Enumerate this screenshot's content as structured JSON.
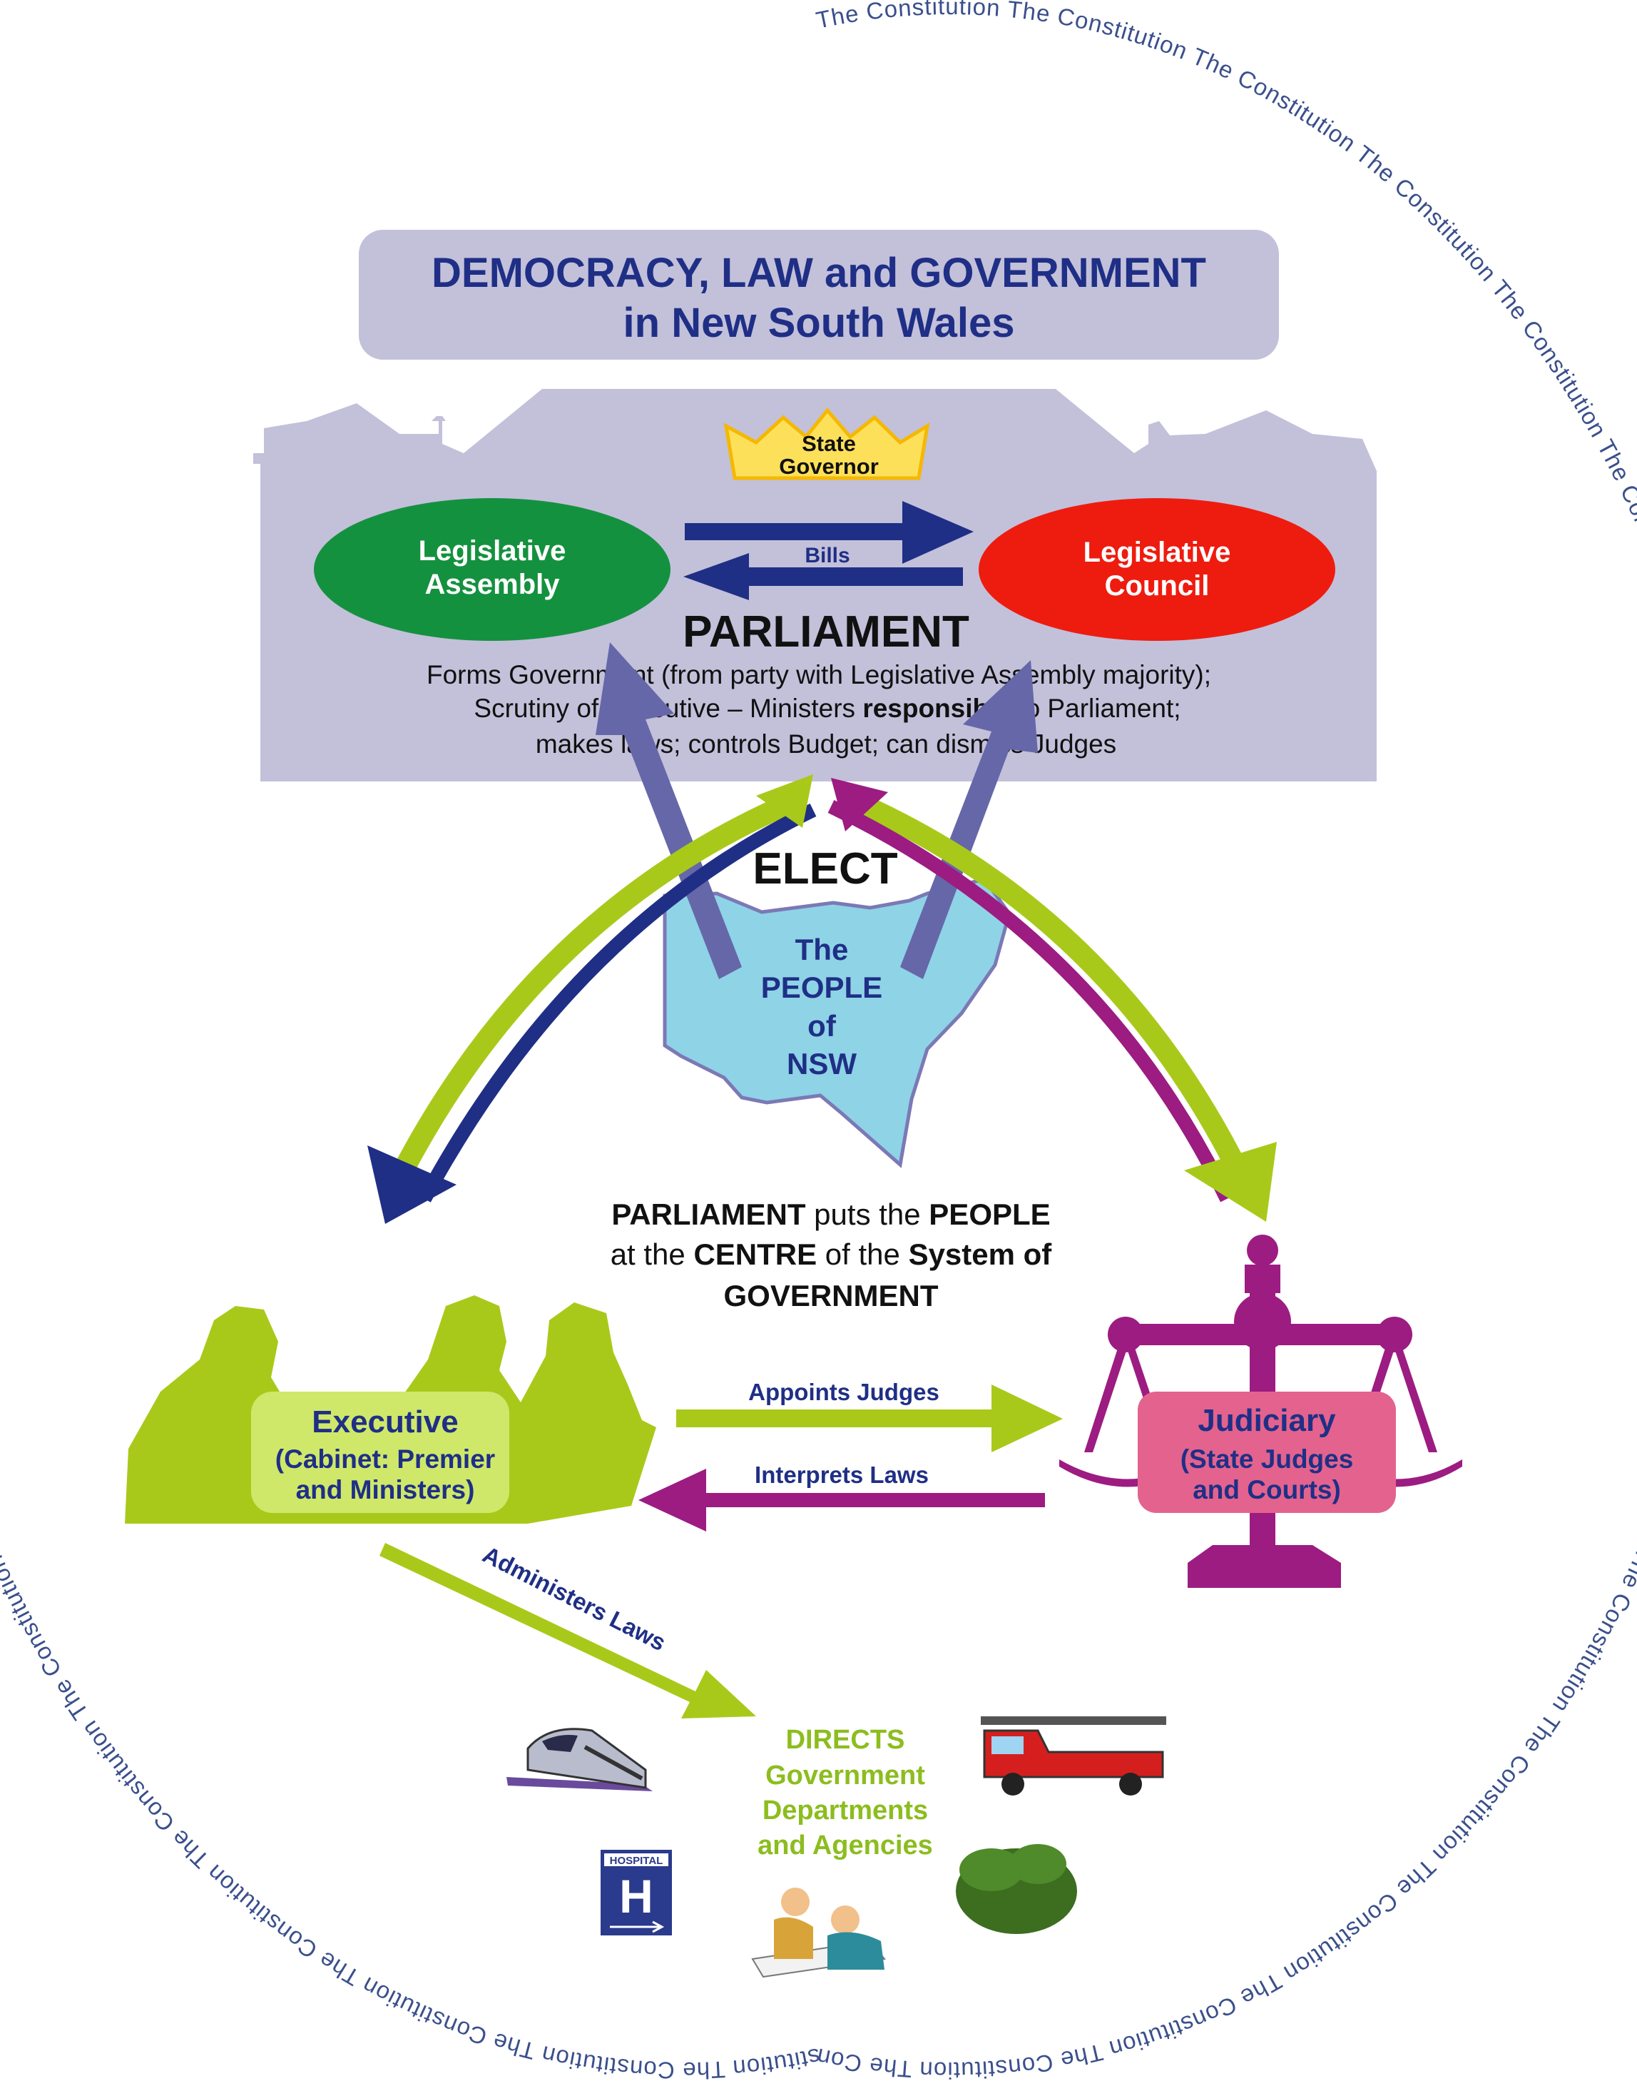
{
  "ring": {
    "text": "The Constitution",
    "repeat_count": 22
  },
  "title": {
    "line1": "DEMOCRACY, LAW and GOVERNMENT",
    "line2": "in New South Wales"
  },
  "parliament": {
    "governor": {
      "line1": "State",
      "line2": "Governor"
    },
    "assembly": {
      "line1": "Legislative",
      "line2": "Assembly"
    },
    "council": {
      "line1": "Legislative",
      "line2": "Council"
    },
    "bills_label": "Bills",
    "heading": "PARLIAMENT",
    "desc_line1": "Forms Government (from party with Legislative Assembly majority);",
    "desc_line2_pre": "Scrutiny of Executive – Ministers ",
    "desc_line2_bold": "responsible",
    "desc_line2_post": " to Parliament;",
    "desc_line3": "makes laws; controls Budget; can dismiss Judges"
  },
  "elect_label": "ELECT",
  "people": {
    "line1": "The",
    "line2": "PEOPLE",
    "line3": "of",
    "line4": "NSW"
  },
  "centre": {
    "l1a": "PARLIAMENT",
    "l1b": " puts the ",
    "l1c": "PEOPLE",
    "l2a": "at the ",
    "l2b": "CENTRE",
    "l2c": " of the ",
    "l2d": "System of",
    "l3": "GOVERNMENT"
  },
  "executive": {
    "line1": "Executive",
    "line2": "(Cabinet: Premier",
    "line3": "and Ministers)"
  },
  "judiciary": {
    "line1": "Judiciary",
    "line2": "(State Judges",
    "line3": "and Courts)"
  },
  "appoints_label": "Appoints Judges",
  "interprets_label": "Interprets Laws",
  "administers_label": "Administers Laws",
  "directs": {
    "line1": "DIRECTS",
    "line2": "Government",
    "line3": "Departments",
    "line4": "and Agencies"
  },
  "hospital": {
    "sign": "HOSPITAL",
    "letter": "H"
  },
  "colors": {
    "navy": "#1f2f86",
    "lime": "#a9c91a",
    "magenta": "#9c1c82",
    "lavender": "#c3c0da",
    "assembly_green": "#14913f",
    "council_red": "#ee1c0f",
    "nsw_blue": "#8fd3e6",
    "judiciary_pink": "#e3638e",
    "exec_label": "#cfe86a"
  }
}
